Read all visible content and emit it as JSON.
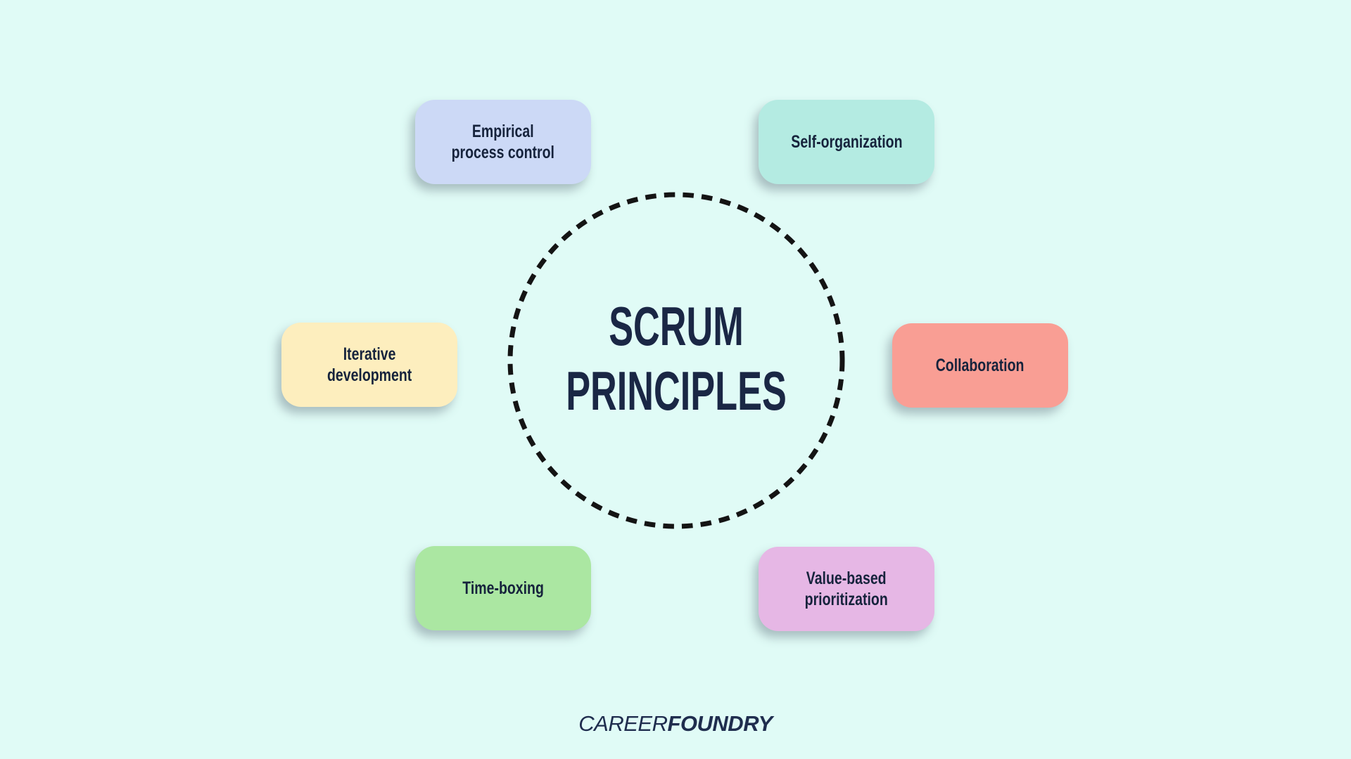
{
  "page": {
    "background_color": "#e0fbf6",
    "title_color": "#1a2745",
    "label_color": "#16233c",
    "dash_color": "#141414",
    "brand_color": "#1f2d4e"
  },
  "center": {
    "title": "SCRUM\nPRINCIPLES"
  },
  "principles": [
    {
      "label": "Empirical\nprocess control",
      "color": "#ccd9f6"
    },
    {
      "label": "Self-organization",
      "color": "#b4ebe2"
    },
    {
      "label": "Iterative\ndevelopment",
      "color": "#fdeebe"
    },
    {
      "label": "Collaboration",
      "color": "#f99e94"
    },
    {
      "label": "Time-boxing",
      "color": "#abe7a2"
    },
    {
      "label": "Value-based\nprioritization",
      "color": "#e6b7e5"
    }
  ],
  "footer": {
    "brand_regular": "CAREER",
    "brand_bold": "FOUNDRY"
  }
}
